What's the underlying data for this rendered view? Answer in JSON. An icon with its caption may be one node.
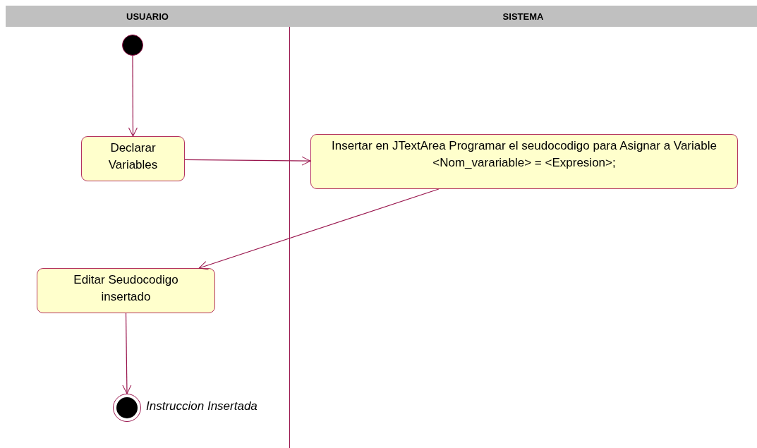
{
  "diagram": {
    "nodes": [
      {
        "text": [
          "USUARIO"
        ]
      },
      {
        "text": [
          "SISTEMA"
        ]
      },
      {
        "text": [],
        "shape": "circle",
        "in": 0
      },
      {
        "text": [
          "Declarar Variables"
        ],
        "in": 0
      },
      {
        "text": [
          "Insertar en JTextArea Programar el seudocodigo para Asignar a Variable  <Nom_varariable> = <Expresion>;"
        ],
        "in": 1
      },
      {
        "text": [
          "Editar Seudocodigo insertado"
        ],
        "in": 0
      },
      {
        "text": [],
        "shape": "circle",
        "in": 0,
        "beside": [
          "Instruccion Insertada"
        ]
      }
    ],
    "edges": [
      {
        "from": 2,
        "to": 3,
        "arrow": "to"
      },
      {
        "from": 3,
        "to": 4,
        "arrow": "to"
      },
      {
        "from": 4,
        "to": 5,
        "arrow": "to"
      },
      {
        "from": 5,
        "to": 6,
        "arrow": "to"
      }
    ]
  }
}
